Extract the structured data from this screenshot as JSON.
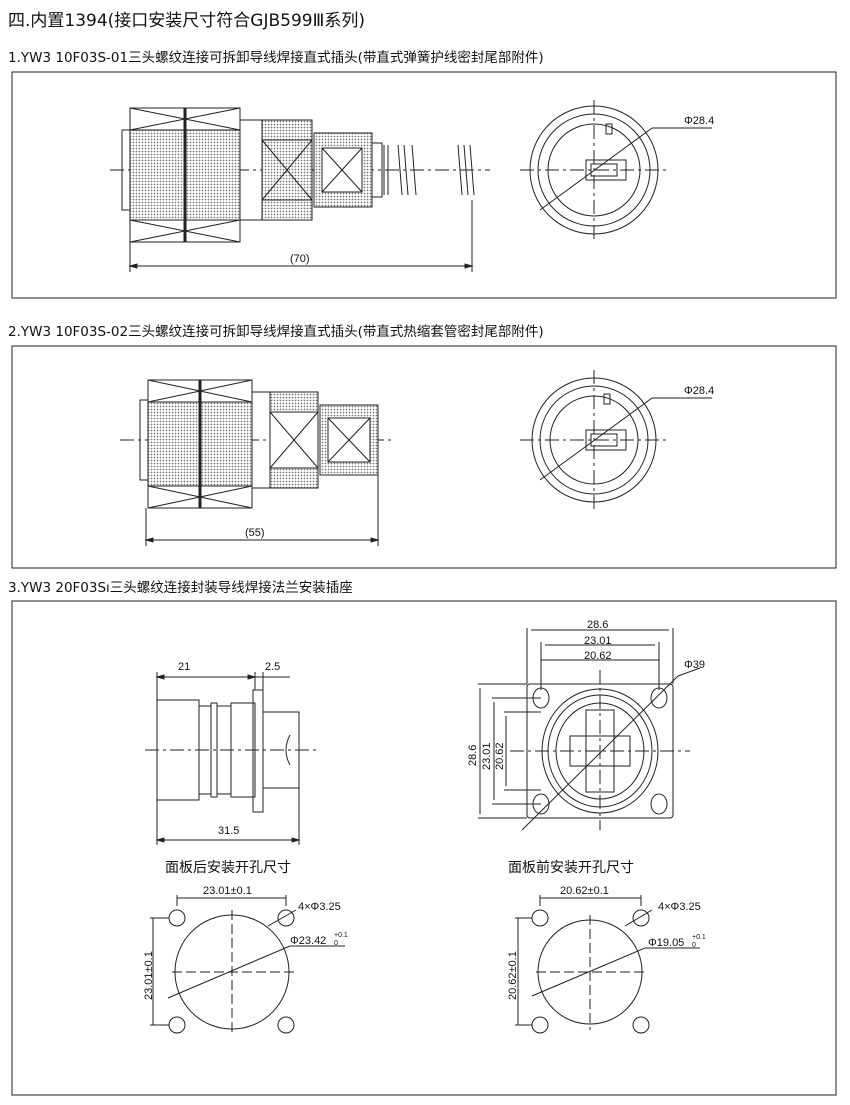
{
  "title": "四.内置1394(接口安装尺寸符合GJB599Ⅲ系列)",
  "sections": [
    {
      "label": "1.YW3 10F03S-01三头螺纹连接可拆卸导线焊接直式插头(带直式弹簧护线密封尾部附件)",
      "dims": {
        "length": "(70)",
        "diameter": "Φ28.4"
      }
    },
    {
      "label": "2.YW3 10F03S-02三头螺纹连接可拆卸导线焊接直式插头(带直式热缩套管密封尾部附件)",
      "dims": {
        "length": "(55)",
        "diameter": "Φ28.4"
      }
    },
    {
      "label": "3.YW3 20F03Sı三头螺纹连接封装导线焊接法兰安装插座",
      "side": {
        "d1": "21",
        "d2": "2.5",
        "d3": "31.5"
      },
      "front": {
        "w1": "28.6",
        "w2": "23.01",
        "w3": "20.62",
        "dia": "Φ39"
      },
      "rear_cutout": {
        "title": "面板后安装开孔尺寸",
        "spacing": "23.01±0.1",
        "holes": "4×Φ3.25",
        "dia": "Φ23.42",
        "tol": "+0.1",
        "tol0": "0"
      },
      "front_cutout": {
        "title": "面板前安装开孔尺寸",
        "spacing": "20.62±0.1",
        "holes": "4×Φ3.25",
        "dia": "Φ19.05",
        "tol": "+0.1",
        "tol0": "0"
      }
    }
  ]
}
